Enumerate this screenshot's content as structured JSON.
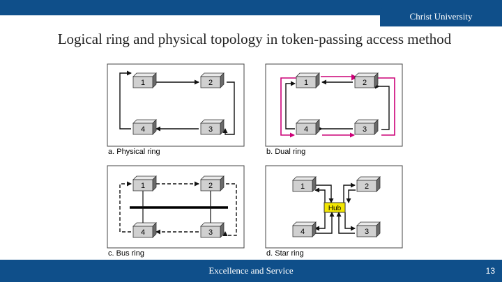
{
  "header": {
    "brand": "Christ University"
  },
  "slide": {
    "title": "Logical ring and physical topology in token-passing access method"
  },
  "diagrams": {
    "physical_ring": {
      "caption": "a. Physical ring",
      "nodes": [
        "1",
        "2",
        "3",
        "4"
      ]
    },
    "dual_ring": {
      "caption": "b. Dual ring",
      "nodes": [
        "1",
        "2",
        "3",
        "4"
      ]
    },
    "bus_ring": {
      "caption": "c. Bus ring",
      "nodes": [
        "1",
        "2",
        "3",
        "4"
      ]
    },
    "star_ring": {
      "caption": "d. Star ring",
      "nodes": [
        "1",
        "2",
        "3",
        "4"
      ],
      "hub": "Hub"
    }
  },
  "footer": {
    "text": "Excellence and Service",
    "page_number": "13"
  },
  "colors": {
    "brand_blue": "#0f4f8a",
    "secondary_ring": "#cc0077",
    "hub": "#f2e600"
  }
}
